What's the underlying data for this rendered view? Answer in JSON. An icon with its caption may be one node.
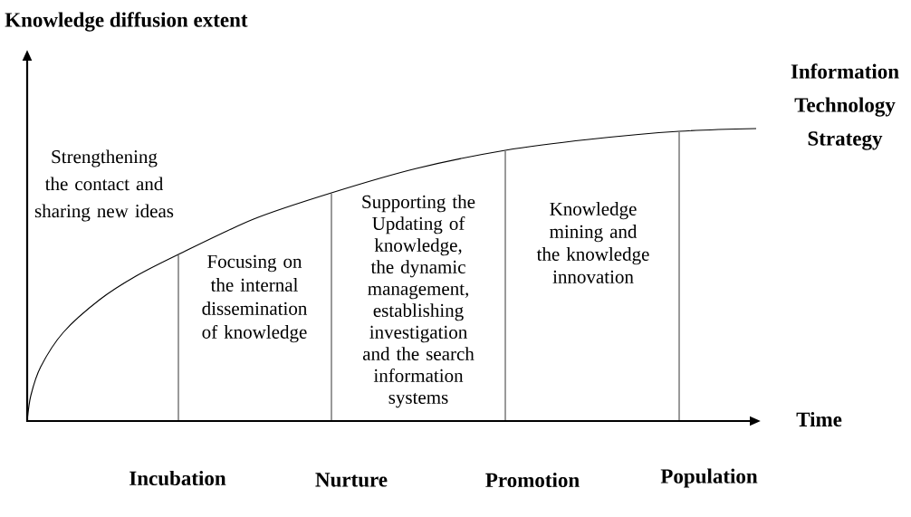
{
  "diagram": {
    "labels": [
      "Knowledge diffusion extent",
      "Information Technology Strategy",
      "Strengthening the contact and sharing new ideas",
      "Focusing on the internal dissemination of knowledge",
      "Supporting the Updating of knowledge, the dynamic management, establishing investigation and the search information systems",
      "Knowledge mining and the knowledge innovation",
      "Time",
      "Incubation",
      "Nurture",
      "Promotion",
      "Population"
    ]
  }
}
